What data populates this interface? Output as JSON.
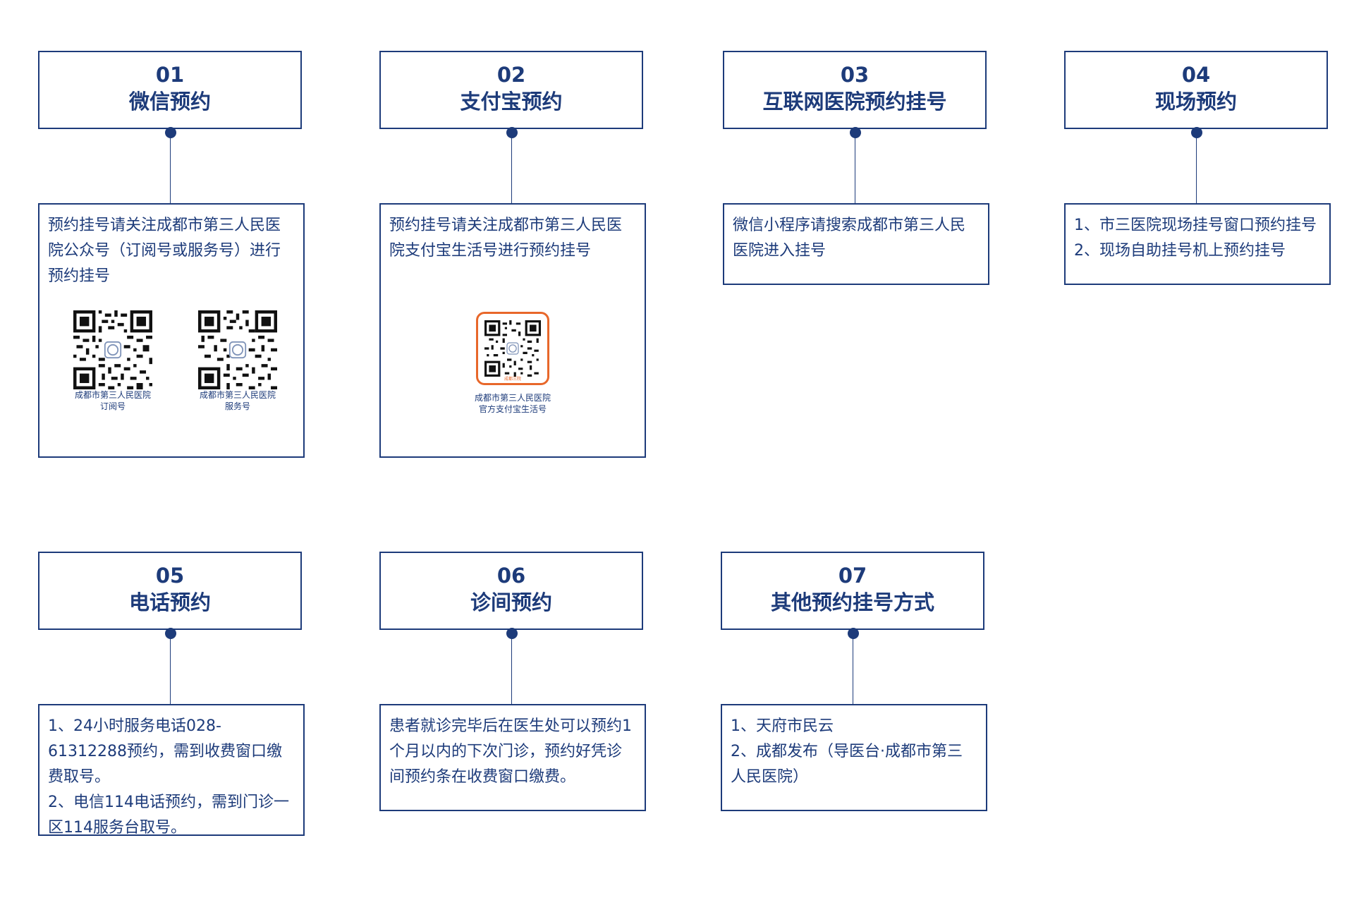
{
  "cards": [
    {
      "num": "01",
      "title": "微信预约",
      "text": "预约挂号请关注成都市第三人民医院公众号（订阅号或服务号）进行预约挂号",
      "qr": [
        {
          "name": "成都市第三人民医院",
          "type": "订阅号"
        },
        {
          "name": "成都市第三人民医院",
          "type": "服务号"
        }
      ]
    },
    {
      "num": "02",
      "title": "支付宝预约",
      "text": "预约挂号请关注成都市第三人民医院支付宝生活号进行预约挂号",
      "qr": [
        {
          "name": "成都市第三人民医院",
          "type": "官方支付宝生活号",
          "badge": "成都三院"
        }
      ]
    },
    {
      "num": "03",
      "title": "互联网医院预约挂号",
      "text": "微信小程序请搜索成都市第三人民医院进入挂号"
    },
    {
      "num": "04",
      "title": "现场预约",
      "lines": [
        "1、市三医院现场挂号窗口预约挂号",
        "2、现场自助挂号机上预约挂号"
      ]
    },
    {
      "num": "05",
      "title": "电话预约",
      "lines": [
        "1、24小时服务电话028-61312288预约，需到收费窗口缴费取号。",
        "2、电信114电话预约，需到门诊一区114服务台取号。"
      ]
    },
    {
      "num": "06",
      "title": "诊间预约",
      "text": "患者就诊完毕后在医生处可以预约1个月以内的下次门诊，预约好凭诊间预约条在收费窗口缴费。"
    },
    {
      "num": "07",
      "title": "其他预约挂号方式",
      "lines": [
        "1、天府市民云",
        "2、成都发布（导医台·成都市第三人民医院）"
      ]
    }
  ],
  "colors": {
    "primary": "#1d3b7a",
    "alipay_frame": "#e8672a"
  }
}
